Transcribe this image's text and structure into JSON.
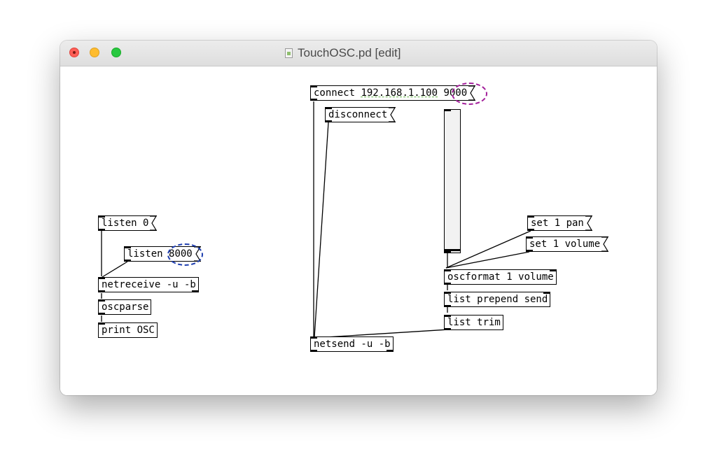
{
  "window": {
    "title": "TouchOSC.pd [edit]"
  },
  "objects": {
    "listen0": "listen 0",
    "listen8000_prefix": "listen ",
    "listen8000_port": "8000",
    "netreceive": "netreceive -u -b",
    "oscparse": "oscparse",
    "print": "print OSC",
    "connect_prefix": "connect ",
    "connect_ip": "192.168.1.100",
    "connect_port": "9000",
    "disconnect": "disconnect",
    "set_pan": "set 1 pan",
    "set_volume": "set 1 volume",
    "oscformat": "oscformat 1 volume",
    "list_prepend": "list prepend send",
    "list_trim": "list trim",
    "netsend": "netsend -u -b"
  }
}
